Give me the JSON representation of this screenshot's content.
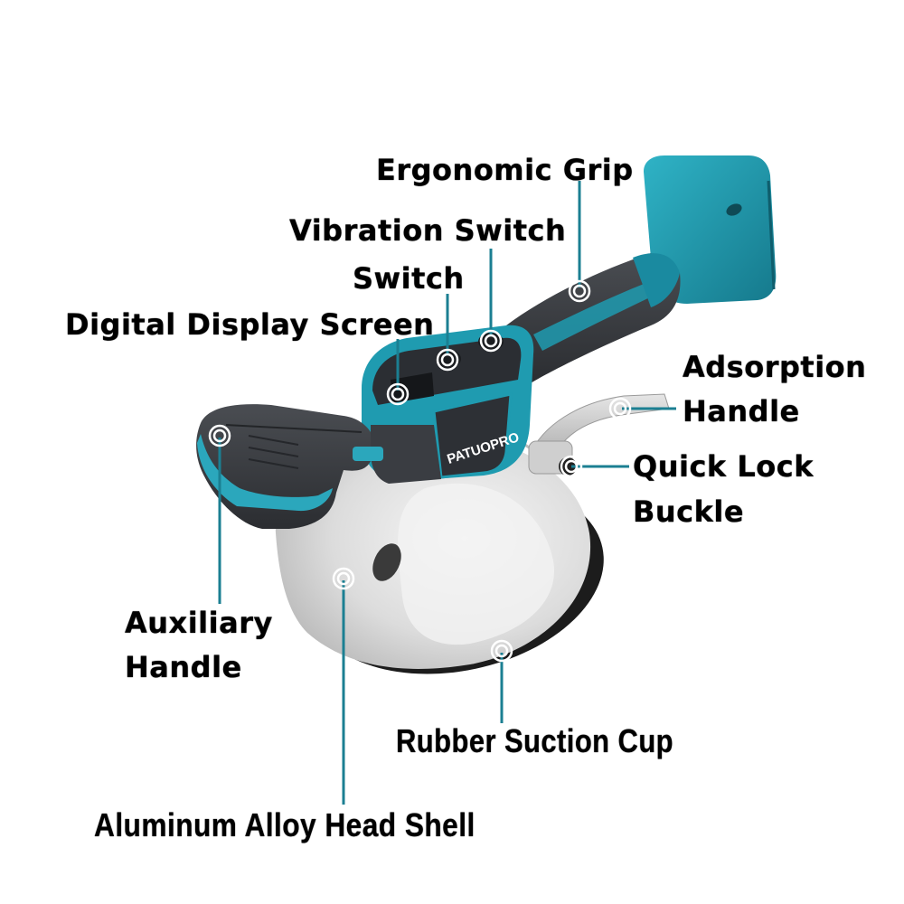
{
  "product": {
    "brand": "PATUOPRO",
    "type": "tile vibration / suction tool",
    "colors": {
      "body_teal": "#1f9bb0",
      "body_dark": "#3a3d42",
      "shell_silver": "#d9d9d9",
      "rubber_black": "#1a1a1a",
      "leader_line": "#1b7f92",
      "text": "#000000",
      "background": "#ffffff"
    }
  },
  "labels": [
    {
      "id": "ergonomic-grip",
      "text": "Ergonomic Grip"
    },
    {
      "id": "vibration-switch",
      "text": "Vibration Switch"
    },
    {
      "id": "switch",
      "text": "Switch"
    },
    {
      "id": "digital-display-screen",
      "text": "Digital Display Screen"
    },
    {
      "id": "adsorption-handle",
      "lines": [
        "Adsorption",
        "Handle"
      ]
    },
    {
      "id": "quick-lock-buckle",
      "lines": [
        "Quick Lock",
        "Buckle"
      ]
    },
    {
      "id": "auxiliary-handle",
      "lines": [
        "Auxiliary",
        "Handle"
      ]
    },
    {
      "id": "rubber-suction-cup",
      "text": "Rubber Suction Cup"
    },
    {
      "id": "aluminum-alloy-head-shell",
      "text": "Aluminum Alloy Head Shell"
    }
  ]
}
